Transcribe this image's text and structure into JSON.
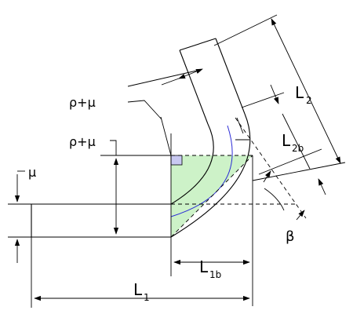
{
  "colors": {
    "background": "#ffffff",
    "stroke": "#000000",
    "fill_triangle": "#cdf2c8",
    "neutral_arc": "#2b2bd6",
    "corner_square": "#c9c9f2"
  },
  "labels": {
    "mu": "μ",
    "rho_mu_upper": "ρ+μ",
    "rho_mu_lower": "ρ+μ",
    "L2_main": "L",
    "L2_sub": "2",
    "L2b_main": "L",
    "L2b_sub": "2b",
    "L1b_main": "L",
    "L1b_sub": "1b",
    "L1_main": "L",
    "L1_sub": "1",
    "beta": "β"
  }
}
